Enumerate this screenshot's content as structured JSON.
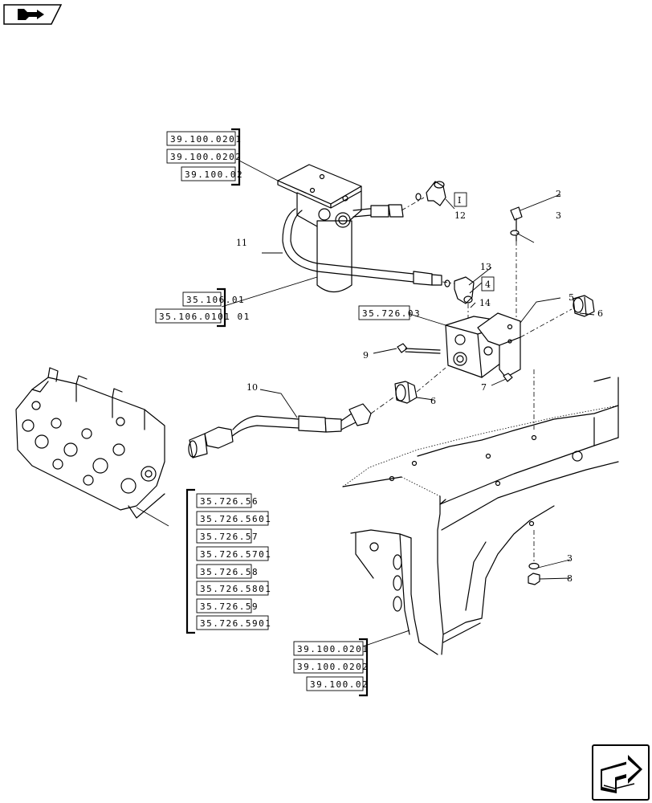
{
  "nav": {
    "back_icon": "back-arrow-icon",
    "forward_icon": "next-page-icon"
  },
  "ref_groups": {
    "top_left": [
      "39.100.0201",
      "39.100.0202",
      "39.100.02"
    ],
    "filter": [
      "35.106.01",
      "35.106.0101 01"
    ],
    "block": [
      "35.726.03"
    ],
    "valve_bank": [
      "35.726.56",
      "35.726.5601",
      "35.726.57",
      "35.726.5701",
      "35.726.58",
      "35.726.5801",
      "35.726.59",
      "35.726.5901"
    ],
    "bottom": [
      "39.100.0201",
      "39.100.0202",
      "39.100.02"
    ]
  },
  "boxed_refs": {
    "a": "I",
    "b": "4"
  },
  "callouts": {
    "c2": "2",
    "c3a": "3",
    "c5": "5",
    "c6a": "6",
    "c6b": "6",
    "c7": "7",
    "c9": "9",
    "c10": "10",
    "c11": "11",
    "c12": "12",
    "c13": "13",
    "c14": "14",
    "c3b": "3",
    "c8": "8"
  }
}
